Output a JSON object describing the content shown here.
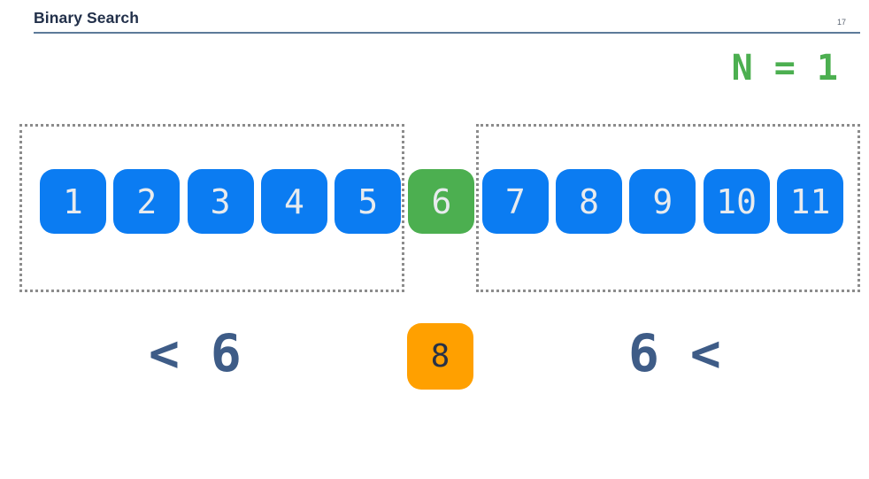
{
  "slide": {
    "title": "Binary Search",
    "page_number": "17",
    "annotation": "N = 1"
  },
  "array": {
    "tiles": [
      {
        "value": "1",
        "state": "default"
      },
      {
        "value": "2",
        "state": "default"
      },
      {
        "value": "3",
        "state": "default"
      },
      {
        "value": "4",
        "state": "default"
      },
      {
        "value": "5",
        "state": "default"
      },
      {
        "value": "6",
        "state": "mid"
      },
      {
        "value": "7",
        "state": "default"
      },
      {
        "value": "8",
        "state": "default"
      },
      {
        "value": "9",
        "state": "default"
      },
      {
        "value": "10",
        "state": "default"
      },
      {
        "value": "11",
        "state": "default"
      }
    ],
    "left_partition_values": [
      "1",
      "2",
      "3",
      "4",
      "5"
    ],
    "mid_value": "6",
    "right_partition_values": [
      "7",
      "8",
      "9",
      "10",
      "11"
    ]
  },
  "comparison": {
    "left_label": "< 6",
    "target_value": "8",
    "right_label": "6 <"
  },
  "colors": {
    "tile_blue": "#0b7cf2",
    "tile_green": "#4caf50",
    "target_orange": "#ffa000",
    "annotation_green": "#4caf50",
    "compare_slate": "#3e5c87",
    "title_navy": "#22304a",
    "rule_steel_blue": "#5d7a99",
    "partition_border_gray": "#8c8c8c"
  }
}
